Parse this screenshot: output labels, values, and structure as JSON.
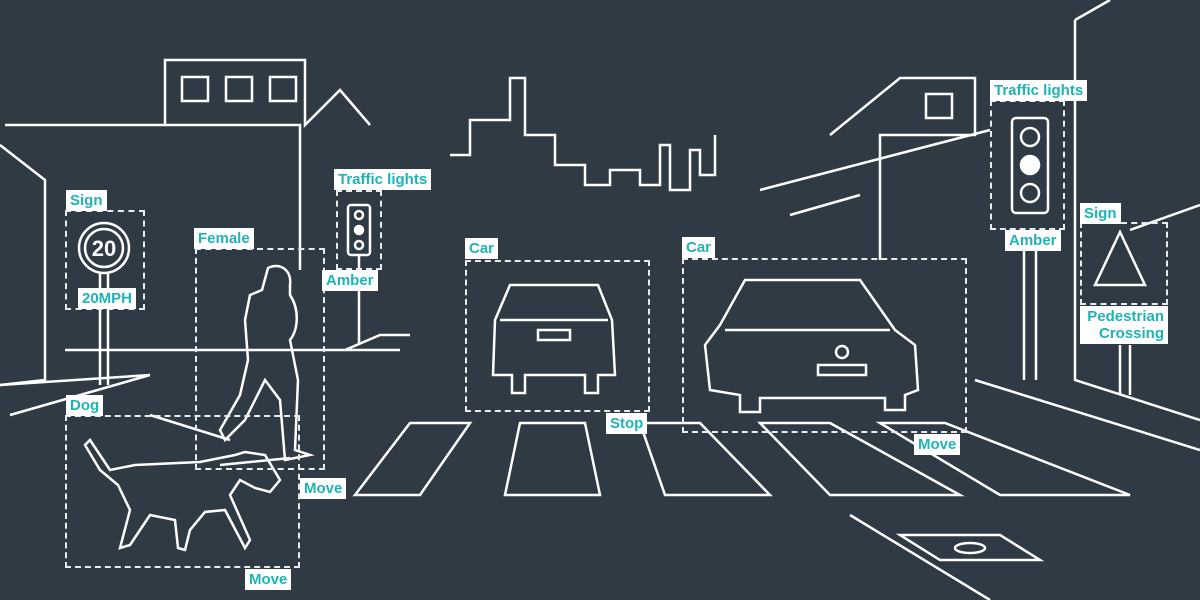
{
  "colors": {
    "background": "#2f3a45",
    "line": "#ffffff",
    "label_text": "#1fb3b5",
    "label_bg": "#ffffff"
  },
  "sign_number": "20",
  "labels": {
    "sign_left": "Sign",
    "speed": "20MPH",
    "female": "Female",
    "traffic_lights_left": "Traffic lights",
    "amber_left": "Amber",
    "car_left": "Car",
    "car_right": "Car",
    "traffic_lights_right": "Traffic lights",
    "amber_right": "Amber",
    "sign_right": "Sign",
    "pedestrian_crossing": "Pedestrian Crossing",
    "dog": "Dog",
    "stop": "Stop",
    "move_car": "Move",
    "move_female": "Move",
    "move_dog": "Move"
  }
}
